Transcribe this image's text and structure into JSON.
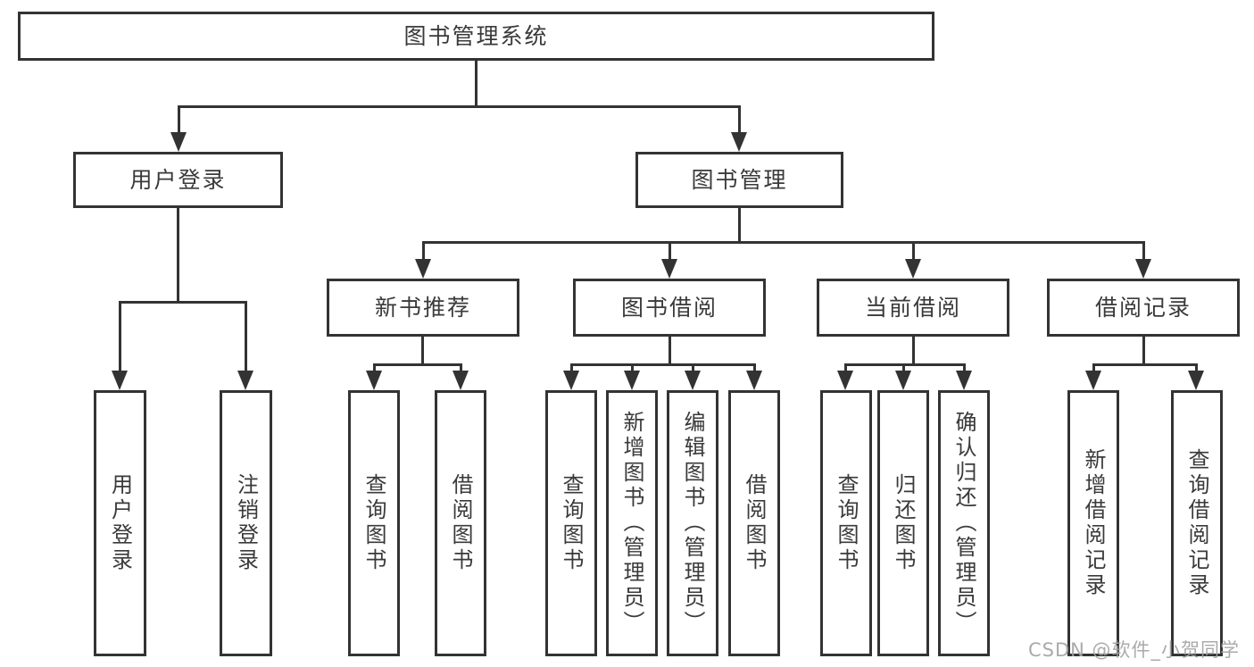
{
  "tree": {
    "root": "图书管理系统",
    "login": {
      "label": "用户登录",
      "children": [
        "用户登录",
        "注销登录"
      ]
    },
    "management": {
      "label": "图书管理",
      "sections": [
        {
          "label": "新书推荐",
          "children": [
            "查询图书",
            "借阅图书"
          ]
        },
        {
          "label": "图书借阅",
          "children": [
            "查询图书",
            "新增图书（管理员）",
            "编辑图书（管理员）",
            "借阅图书"
          ]
        },
        {
          "label": "当前借阅",
          "children": [
            "查询图书",
            "归还图书",
            "确认归还（管理员）"
          ]
        },
        {
          "label": "借阅记录",
          "children": [
            "新增借阅记录",
            "查询借阅记录"
          ]
        }
      ]
    }
  },
  "watermark": "CSDN @软件_小贺同学",
  "colors": {
    "line": "#333333",
    "text": "#3a3a3a",
    "background": "#ffffff"
  }
}
